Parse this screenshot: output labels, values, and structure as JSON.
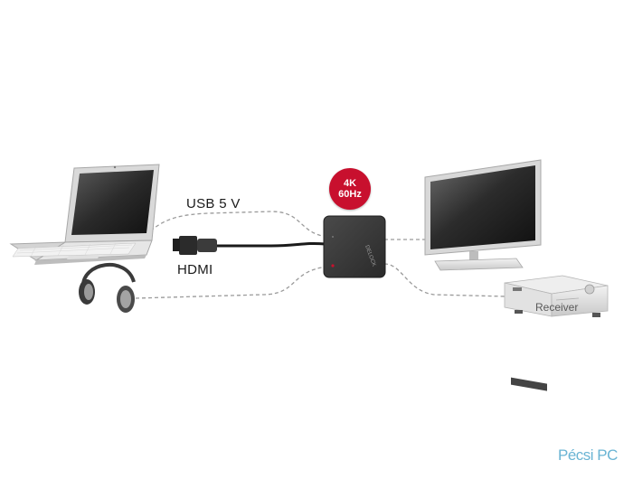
{
  "labels": {
    "usb": "USB 5 V",
    "hdmi": "HDMI"
  },
  "badge": {
    "line1": "4K",
    "line2": "60Hz"
  },
  "devices": {
    "adapter_brand": "DELOCK",
    "receiver": "Receiver"
  },
  "watermark": {
    "brand": "Pécsi PC"
  },
  "colors": {
    "badge": "#c8102e",
    "adapter": "#3a3a3a",
    "cable_dashed": "#9a9a9a",
    "watermark": "#6ab4d4"
  }
}
